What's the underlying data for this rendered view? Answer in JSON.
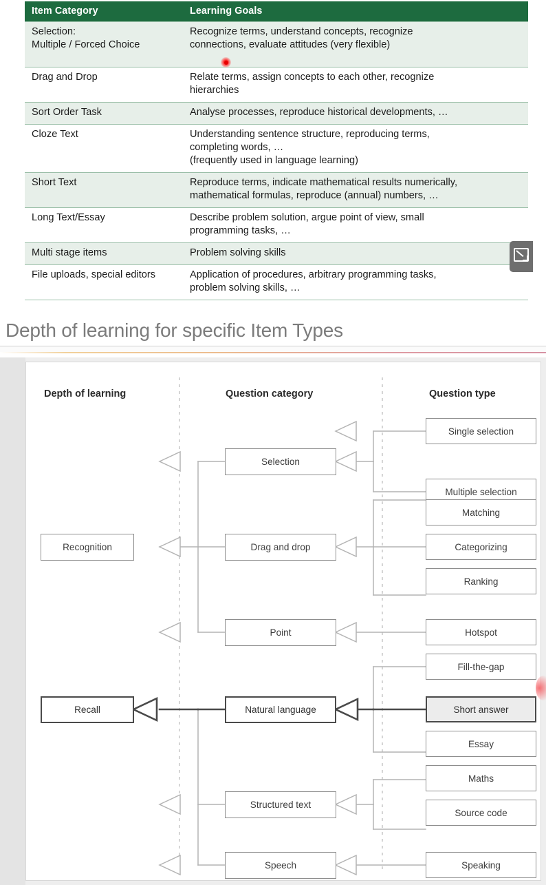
{
  "table": {
    "headers": [
      "Item Category",
      "Learning Goals"
    ],
    "rows": [
      {
        "category": [
          "Selection:",
          "Multiple / Forced Choice"
        ],
        "goals": [
          "Recognize terms, understand concepts, recognize",
          "connections, evaluate attitudes (very flexible)"
        ],
        "shaded": true
      },
      {
        "category": [
          "Drag and Drop"
        ],
        "goals": [
          "Relate terms, assign concepts to each other, recognize",
          "hierarchies"
        ],
        "shaded": false
      },
      {
        "category": [
          "Sort Order Task"
        ],
        "goals": [
          "Analyse processes, reproduce historical developments, …"
        ],
        "shaded": true
      },
      {
        "category": [
          "Cloze Text"
        ],
        "goals": [
          "Understanding sentence structure, reproducing terms,",
          "completing words, …",
          "(frequently used in language learning)"
        ],
        "shaded": false
      },
      {
        "category": [
          "Short Text"
        ],
        "goals": [
          "Reproduce terms, indicate mathematical results numerically,",
          "mathematical formulas, reproduce (annual) numbers, …"
        ],
        "shaded": true
      },
      {
        "category": [
          "Long Text/Essay"
        ],
        "goals": [
          "Describe problem solution, argue point of view, small",
          "programming tasks, …"
        ],
        "shaded": false
      },
      {
        "category": [
          "Multi stage items"
        ],
        "goals": [
          "Problem solving skills"
        ],
        "shaded": true
      },
      {
        "category": [
          "File uploads, special editors"
        ],
        "goals": [
          "Application of procedures, arbitrary programming tasks,",
          "problem solving skills, …"
        ],
        "shaded": false
      }
    ],
    "header_color": "#1d6b3f",
    "shade_color": "#e7efe9",
    "border_color": "#9bbfa8"
  },
  "slide": {
    "title": "Depth of learning for specific Item Types"
  },
  "diagram": {
    "columns": [
      "Depth of learning",
      "Question category",
      "Question type"
    ],
    "depth_nodes": [
      {
        "label": "Recognition",
        "emphasis": false
      },
      {
        "label": "Recall",
        "emphasis": true
      }
    ],
    "category_nodes": [
      {
        "label": "Selection",
        "emphasis": false
      },
      {
        "label": "Drag and drop",
        "emphasis": false
      },
      {
        "label": "Point",
        "emphasis": false
      },
      {
        "label": "Natural language",
        "emphasis": true
      },
      {
        "label": "Structured text",
        "emphasis": false
      },
      {
        "label": "Speech",
        "emphasis": false
      }
    ],
    "type_nodes": [
      {
        "label": "Single selection",
        "emphasis": false,
        "filled": false
      },
      {
        "label": "Multiple selection",
        "emphasis": false,
        "filled": false
      },
      {
        "label": "Matching",
        "emphasis": false,
        "filled": false
      },
      {
        "label": "Categorizing",
        "emphasis": false,
        "filled": false
      },
      {
        "label": "Ranking",
        "emphasis": false,
        "filled": false
      },
      {
        "label": "Hotspot",
        "emphasis": false,
        "filled": false
      },
      {
        "label": "Fill-the-gap",
        "emphasis": false,
        "filled": false
      },
      {
        "label": "Short answer",
        "emphasis": true,
        "filled": true
      },
      {
        "label": "Essay",
        "emphasis": false,
        "filled": false
      },
      {
        "label": "Maths",
        "emphasis": false,
        "filled": false
      },
      {
        "label": "Source code",
        "emphasis": false,
        "filled": false
      },
      {
        "label": "Speaking",
        "emphasis": false,
        "filled": false
      }
    ],
    "line_color": "#b4b4b4",
    "emphasis_line_color": "#4a4a4a",
    "separator_color": "#c3c3c3"
  }
}
